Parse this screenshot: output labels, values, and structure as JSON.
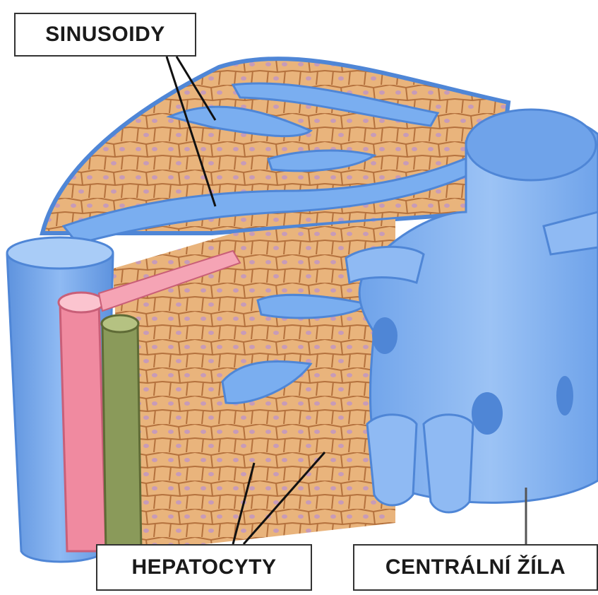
{
  "labels": {
    "sinusoidy": "SINUSOIDY",
    "hepatocyty": "HEPATOCYTY",
    "centralni_zila": "CENTRÁLNÍ ŽÍLA"
  },
  "colors": {
    "vein_blue": "#7aaef0",
    "vein_blue_dark": "#4f86d6",
    "vein_blue_light": "#a9ccf7",
    "hepatocyte_fill": "#e9b47c",
    "hepatocyte_edge": "#b4713d",
    "nucleus": "#c79bb8",
    "artery_pink": "#f08aa0",
    "bile_duct_green": "#8a9a5a"
  }
}
